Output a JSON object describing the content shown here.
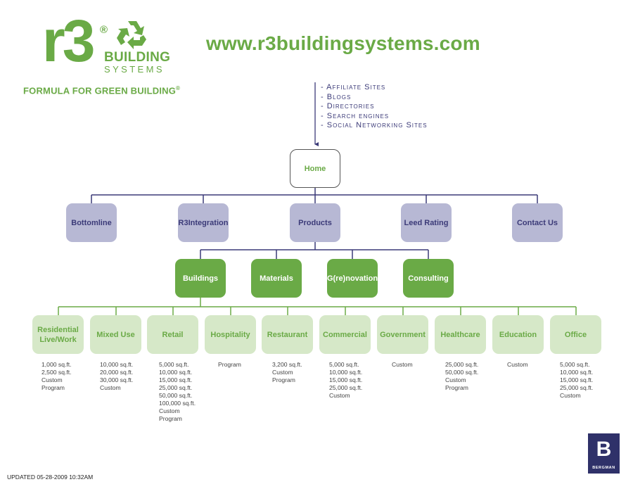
{
  "header": {
    "logo_mark": "r3",
    "logo_registered": "®",
    "logo_line1": "BUILDING",
    "logo_line2": "SYSTEMS",
    "tagline": "FORMULA FOR GREEN BUILDING",
    "tagline_registered": "®",
    "website": "www.r3buildingsystems.com"
  },
  "traffic_sources": [
    "Affiliate Sites",
    "Blogs",
    "Directories",
    "Search engines",
    "Social Networking Sites"
  ],
  "home": {
    "label": "Home"
  },
  "main_nav": [
    {
      "label": "Bottomline"
    },
    {
      "label": "R3Integration"
    },
    {
      "label": "Products"
    },
    {
      "label": "Leed Rating"
    },
    {
      "label": "Contact Us"
    }
  ],
  "products": [
    {
      "label": "Buildings"
    },
    {
      "label": "Materials"
    },
    {
      "label": "G(re)novation"
    },
    {
      "label": "Consulting"
    }
  ],
  "building_types": [
    {
      "label": "Residential Live/Work",
      "options": [
        "1,000 sq.ft.",
        "2,500 sq.ft.",
        "Custom",
        "Program"
      ]
    },
    {
      "label": "Mixed Use",
      "options": [
        "10,000 sq.ft.",
        "20,000 sq.ft.",
        "30,000 sq.ft.",
        "Custom"
      ]
    },
    {
      "label": "Retail",
      "options": [
        "5,000 sq.ft.",
        "10,000 sq.ft.",
        "15,000 sq.ft.",
        "25,000 sq.ft.",
        "50,000 sq.ft.",
        "100,000 sq.ft.",
        "Custom",
        "Program"
      ]
    },
    {
      "label": "Hospitality",
      "options": [
        "Program"
      ]
    },
    {
      "label": "Restaurant",
      "options": [
        "3,200 sq.ft.",
        "Custom",
        "Program"
      ]
    },
    {
      "label": "Commercial",
      "options": [
        "5,000 sq.ft.",
        "10,000 sq.ft.",
        "15,000 sq.ft.",
        "25,000 sq.ft.",
        "Custom"
      ]
    },
    {
      "label": "Government",
      "options": [
        "Custom"
      ]
    },
    {
      "label": "Healthcare",
      "options": [
        "25,000 sq.ft.",
        "50,000 sq.ft.",
        "Custom",
        "Program"
      ]
    },
    {
      "label": "Education",
      "options": [
        "Custom"
      ]
    },
    {
      "label": "Office",
      "options": [
        "5,000 sq.ft.",
        "10,000 sq.ft.",
        "15,000 sq.ft.",
        "25,000 sq.ft.",
        "Custom"
      ]
    }
  ],
  "footer": {
    "updated": "UPDATED 05-28-2009 10:32AM",
    "badge_letter": "B",
    "badge_word": "BERGMAN"
  },
  "colors": {
    "green": "#6aaa46",
    "light_green": "#d6e8c8",
    "lavender": "#b7b8d4",
    "navy": "#3b3a78",
    "badge": "#2f3169"
  }
}
